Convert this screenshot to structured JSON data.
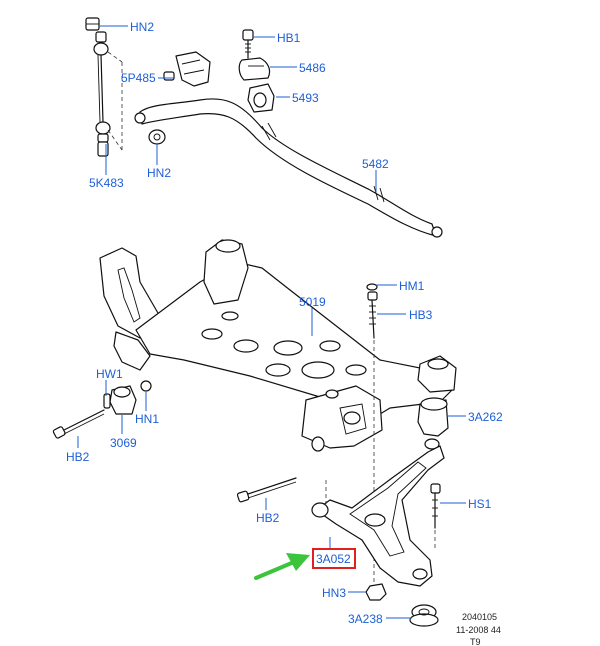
{
  "labels": {
    "hn2_top": "HN2",
    "hb1": "HB1",
    "p5486": "5486",
    "p5p485": "5P485",
    "p5493": "5493",
    "hn2_mid": "HN2",
    "p5k483": "5K483",
    "p5482": "5482",
    "hm1": "HM1",
    "p5019": "5019",
    "hb3": "HB3",
    "hw1": "HW1",
    "hn1": "HN1",
    "p3a262": "3A262",
    "hb2_left": "HB2",
    "p3069": "3069",
    "hs1": "HS1",
    "hb2_mid": "HB2",
    "p3a052": "3A052",
    "hn3": "HN3",
    "p3a238": "3A238"
  },
  "footer": {
    "code": "2040105",
    "date": "11-2008 44",
    "sheet": "T9"
  },
  "colors": {
    "label": "#1e5fd6",
    "highlight_box": "#e02020",
    "arrow": "#3cc43c",
    "line_art": "#111111"
  }
}
